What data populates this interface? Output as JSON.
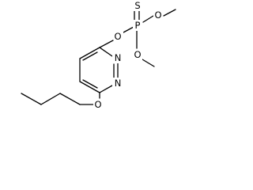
{
  "molecule": {
    "atoms": {
      "ring_o": "O",
      "phosphorus": "P",
      "thione_s": "S",
      "methoxy_o_upper": "O",
      "methoxy_o_lower": "O",
      "ring_n_upper": "N",
      "ring_n_lower": "N",
      "butoxy_o": "O"
    }
  },
  "colors": {
    "bond": "#000000",
    "background": "#ffffff"
  }
}
